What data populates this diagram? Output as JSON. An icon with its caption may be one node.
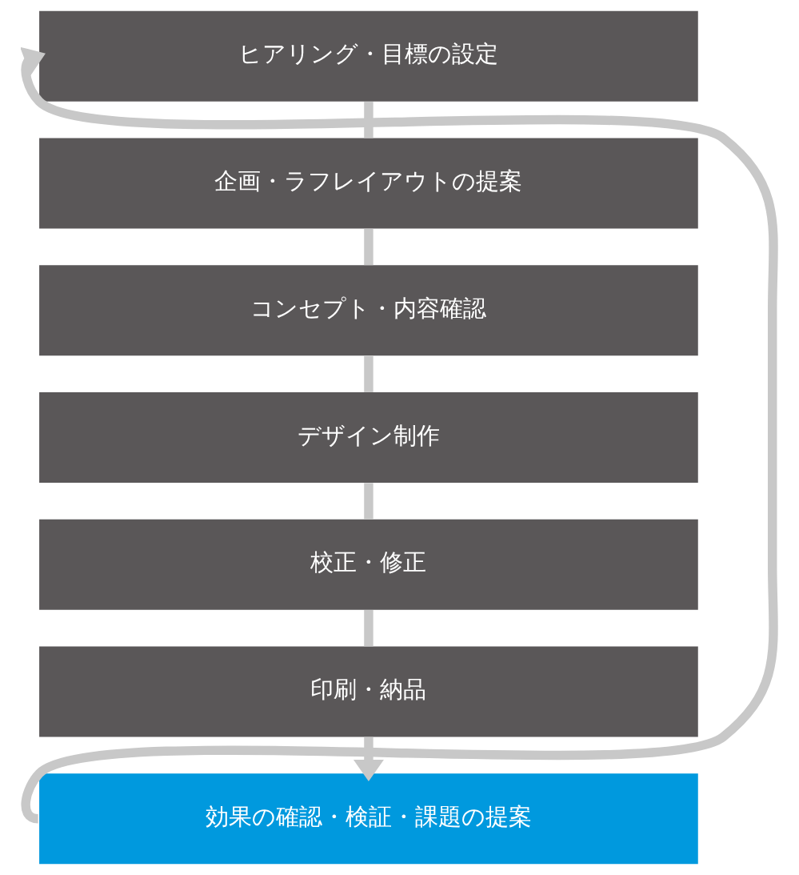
{
  "diagram": {
    "nodes": [
      {
        "text": [
          "ヒアリング・目標の設定"
        ]
      },
      {
        "text": [
          "企画・ラフレイアウトの提案"
        ]
      },
      {
        "text": [
          "コンセプト・内容確認"
        ]
      },
      {
        "text": [
          "デザイン制作"
        ]
      },
      {
        "text": [
          "校正・修正"
        ]
      },
      {
        "text": [
          "印刷・納品"
        ]
      },
      {
        "text": [
          "効果の確認・検証・課題の提案"
        ]
      }
    ],
    "edges": [
      {
        "from": 0,
        "to": 1,
        "arrow": "none"
      },
      {
        "from": 1,
        "to": 2,
        "arrow": "none"
      },
      {
        "from": 2,
        "to": 3,
        "arrow": "none"
      },
      {
        "from": 3,
        "to": 4,
        "arrow": "none"
      },
      {
        "from": 4,
        "to": 5,
        "arrow": "none"
      },
      {
        "from": 5,
        "to": 6,
        "arrow": "to"
      },
      {
        "from": 6,
        "to": 0,
        "arrow": "to"
      }
    ]
  }
}
